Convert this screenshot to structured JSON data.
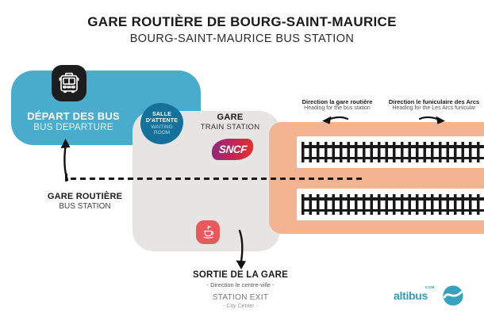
{
  "title": {
    "main": "GARE ROUTIÈRE DE BOURG-SAINT-MAURICE",
    "sub": "BOURG-SAINT-MAURICE BUS STATION"
  },
  "bus_departure": {
    "label_fr": "DÉPART DES BUS",
    "label_en": "BUS DEPARTURE"
  },
  "waiting_room": {
    "fr1": "SALLE",
    "fr2": "D'ATTENTE",
    "en1": "WAITING",
    "en2": "ROOM"
  },
  "train_station": {
    "label_fr": "GARE",
    "label_en": "TRAIN STATION",
    "logo_text": "SNCF"
  },
  "bus_station_marker": {
    "label_fr": "GARE ROUTIÈRE",
    "label_en": "BUS STATION"
  },
  "directions": [
    {
      "label_fr": "Direction la gare routière",
      "label_en": "Heading for the bus station",
      "arrow": "left"
    },
    {
      "label_fr": "Direction le funiculaire des Arcs",
      "label_en": "Heading for the Les Arcs funicular",
      "arrow": "right"
    }
  ],
  "station_exit": {
    "label_fr": "SORTIE DE LA GARE",
    "sub_fr": "- Direction le centre-ville -",
    "label_en": "STATION EXIT",
    "sub_en": "- City Center -"
  },
  "brand": {
    "name": "altibus",
    "suffix": ".COM"
  },
  "colors": {
    "bus_zone_blue": "#4aaccc",
    "waiting_room_teal": "#15719a",
    "station_gray": "#e6e5e4",
    "railway_salmon": "#f2b491",
    "cafe_red": "#e8595c",
    "sncf_gradient_left": "#8c2a81",
    "sncf_gradient_right": "#e63328",
    "brand_teal": "#3799b8",
    "ink_black": "#191919"
  }
}
